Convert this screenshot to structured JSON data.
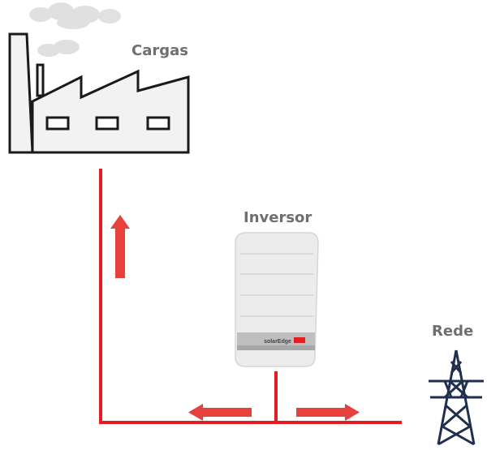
{
  "labels": {
    "cargas": "Cargas",
    "inversor": "Inversor",
    "rede": "Rede"
  },
  "inverter": {
    "brand": "solarEdge"
  },
  "colors": {
    "wire": "#e21d24",
    "arrow": "#e8403a",
    "label": "#6f6f6f",
    "factory_fill": "#f2f2f2",
    "factory_stroke": "#1a1a1a",
    "tower": "#1f2f4d",
    "smoke": "#d9d9d9"
  },
  "icons": {
    "loads": "factory-icon",
    "inverter": "inverter-icon",
    "grid": "transmission-tower-icon"
  }
}
